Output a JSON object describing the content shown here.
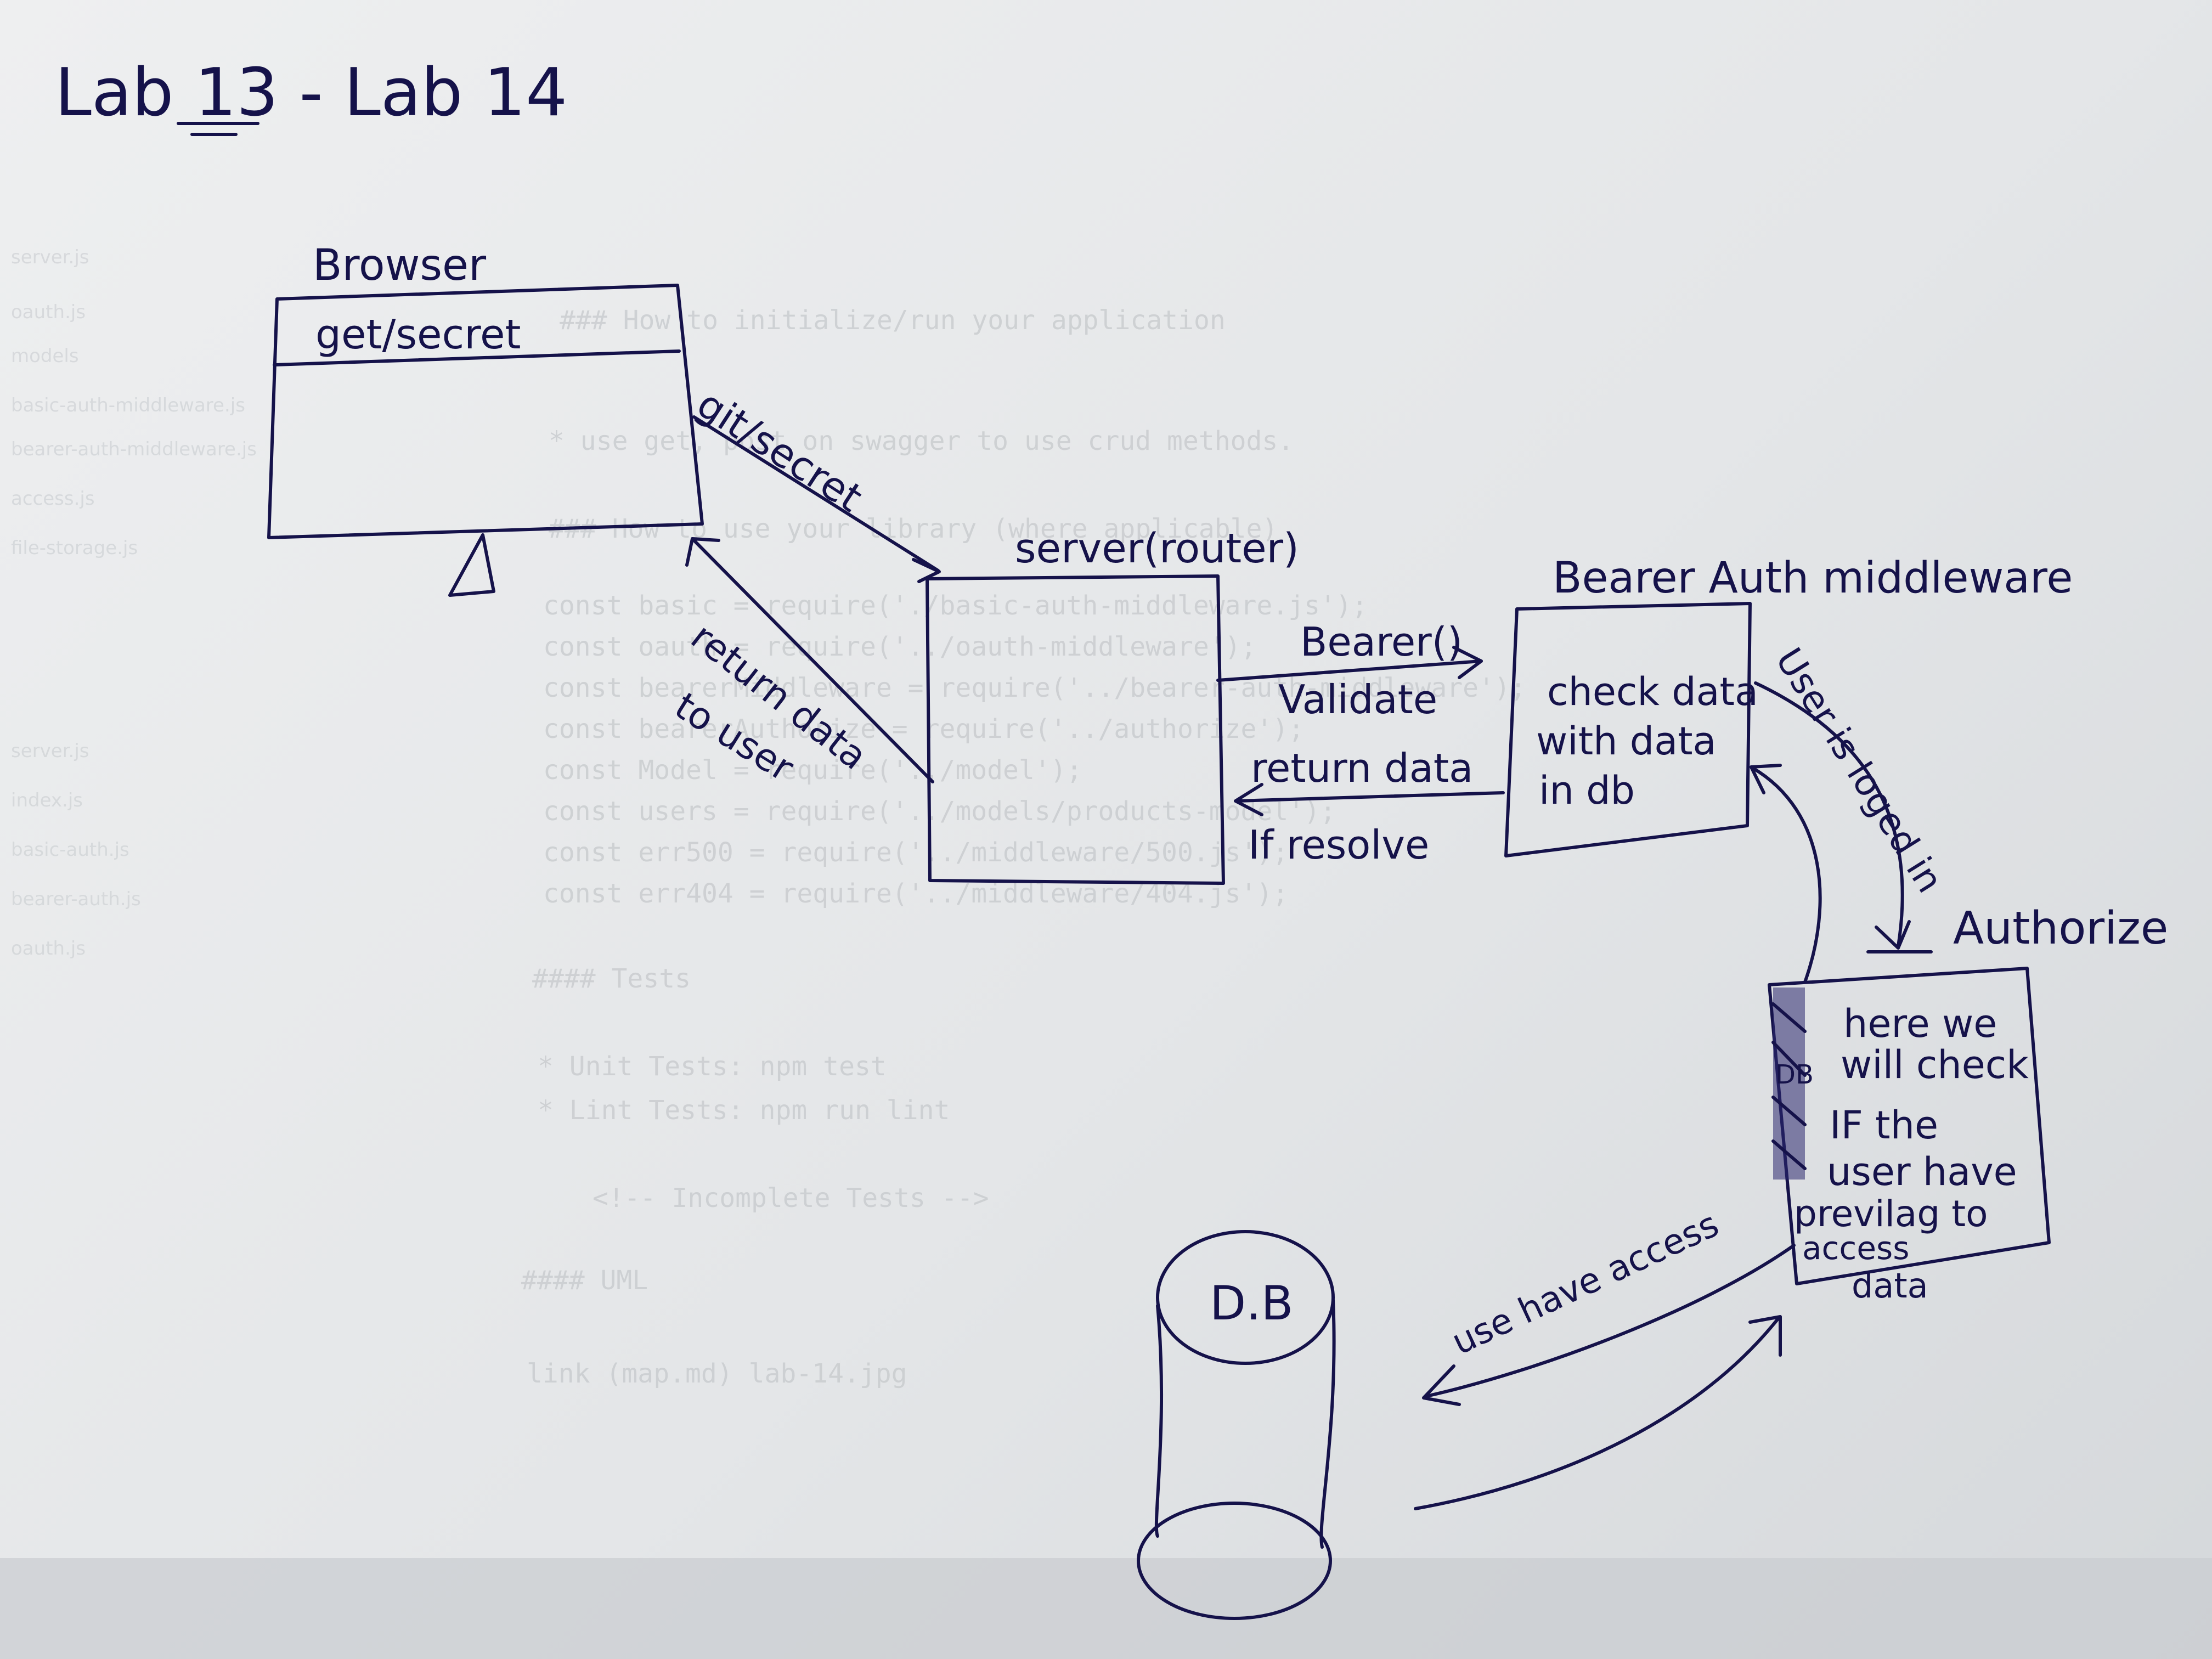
{
  "title": "Lab 13 - Lab 14",
  "browser": {
    "label": "Browser",
    "address": "get/secret"
  },
  "server": {
    "label": "server(router)"
  },
  "middleware": {
    "label": "Bearer Auth middleware",
    "body_lines": [
      "check data",
      "with data",
      "in db"
    ]
  },
  "authorize": {
    "label": "Authorize",
    "body_lines": [
      "here we",
      "will check",
      "IF the",
      "user have",
      "previlag to",
      "access",
      "data"
    ],
    "strip_label": "DB"
  },
  "database": {
    "label": "D.B"
  },
  "arrows": {
    "browser_to_server": "git/secret",
    "server_to_browser_1": "return data",
    "server_to_browser_2": "to user",
    "server_to_mw_1": "Bearer()",
    "server_to_mw_2": "Validate",
    "mw_to_server_1": "return data",
    "mw_to_server_2": "If resolve",
    "mw_to_auth": "User is loged in",
    "auth_to_db": "use have access"
  },
  "colors": {
    "ink": "#15124a",
    "paper": "#e7e8e9"
  },
  "icons": {
    "monitor_stand": "triangle-stand-icon",
    "database": "cylinder-icon"
  }
}
